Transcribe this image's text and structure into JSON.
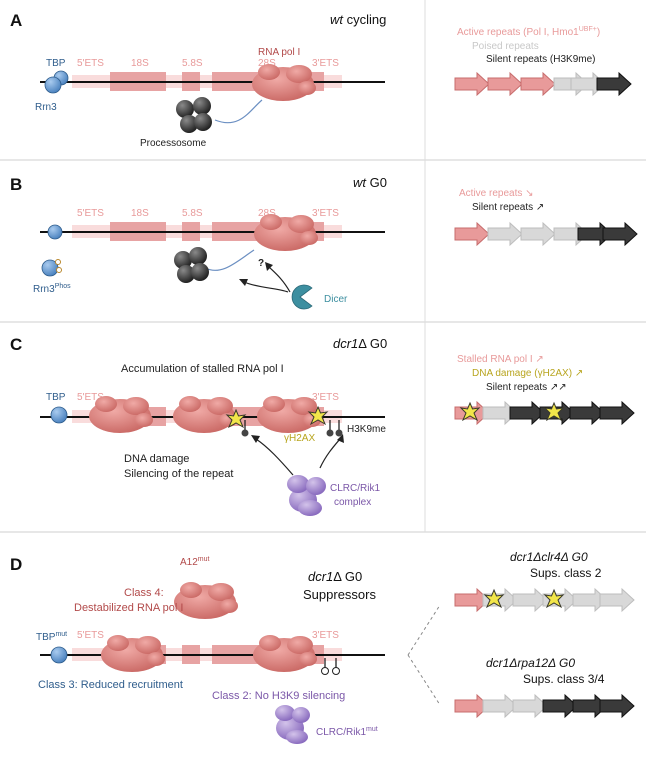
{
  "panelA": {
    "letter": "A",
    "title_italic": "wt",
    "title_rest": " cycling",
    "tbp": "TBP",
    "ets5": "5'ETS",
    "s18": "18S",
    "s58": "5.8S",
    "s28": "28S",
    "ets3": "3'ETS",
    "rnapol": "RNA pol I",
    "rrn3": "Rrn3",
    "processosome": "Processosome",
    "legend_active": "Active repeats (Pol I, Hmo1",
    "legend_active_sup": "UBF+",
    "legend_active_end": ")",
    "legend_poised": "Poised repeats",
    "legend_silent": "Silent repeats (H3K9me)"
  },
  "panelB": {
    "letter": "B",
    "title_italic": "wt",
    "title_rest": " G0",
    "ets5": "5'ETS",
    "s18": "18S",
    "s58": "5.8S",
    "s28": "28S",
    "ets3": "3'ETS",
    "rrn3": "Rrn3",
    "rrn3_sup": "Phos",
    "question": "?",
    "dicer": "Dicer",
    "legend_active": "Active repeats ↘",
    "legend_silent": "Silent repeats ↗"
  },
  "panelC": {
    "letter": "C",
    "title_italic": "dcr1",
    "title_rest": "Δ G0",
    "accum": "Accumulation of stalled RNA pol I",
    "tbp": "TBP",
    "ets5": "5'ETS",
    "ets3": "3'ETS",
    "h3k9me": "H3K9me",
    "gh2ax": "γH2AX",
    "dna_damage": "DNA damage",
    "silencing": "Silencing of the repeat",
    "clrc": "CLRC/Rik1",
    "complex": "complex",
    "legend_stalled": "Stalled RNA pol I ↗",
    "legend_damage": "DNA damage (γH2AX) ↗",
    "legend_silent": "Silent repeats ↗↗"
  },
  "panelD": {
    "letter": "D",
    "a12": "A12",
    "a12_sup": "mut",
    "class4_a": "Class 4:",
    "class4_b": "Destabilized RNA pol I",
    "title_italic": "dcr1",
    "title_rest": "Δ G0",
    "suppressors": "Suppressors",
    "tbp": "TBP",
    "tbp_sup": "mut",
    "ets5": "5'ETS",
    "ets3": "3'ETS",
    "class3": "Class 3: Reduced recruitment",
    "class2": "Class 2: No H3K9 silencing",
    "clrc": "CLRC/Rik1",
    "clrc_sup": "mut",
    "r1_title": "dcr1Δclr4Δ G0",
    "r1_sub": "Sups. class 2",
    "r2_title": "dcr1Δrpa12Δ G0",
    "r2_sub": "Sups. class 3/4"
  },
  "colors": {
    "active": "#e89a9a",
    "poised": "#d4d4d4",
    "silent": "#2b2b2b",
    "polI": "#d9807d",
    "blue": "#6a9fd4",
    "purple": "#9c83c8",
    "dicer": "#3d8fa0",
    "star": "#f2e64a"
  }
}
